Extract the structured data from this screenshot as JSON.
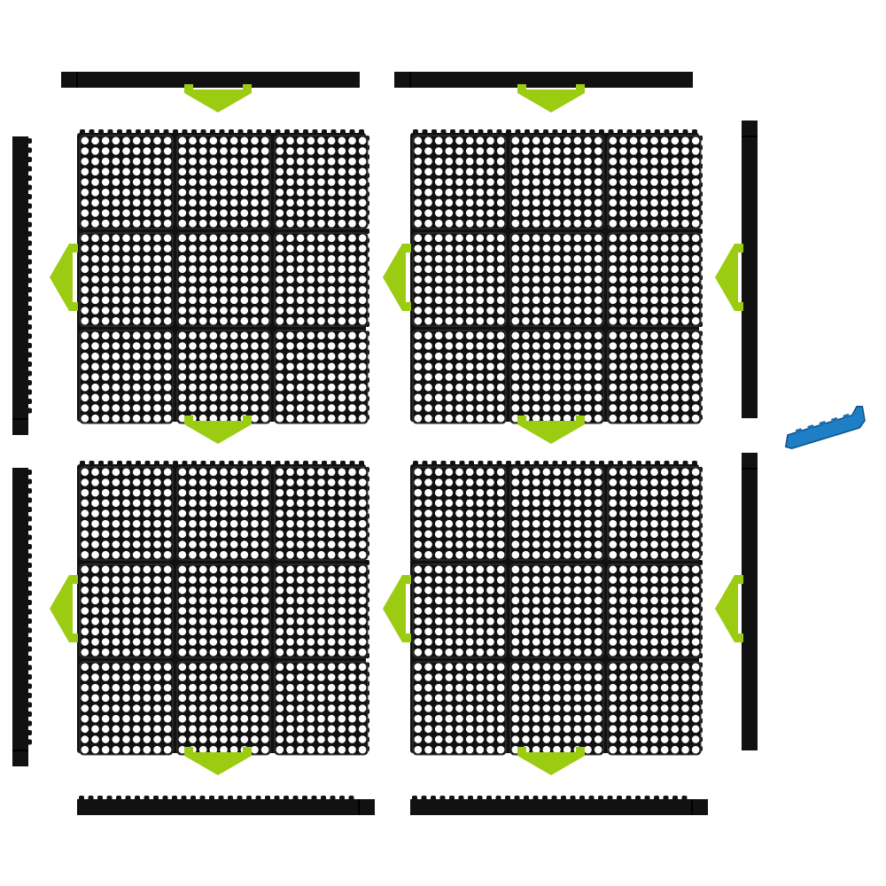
{
  "colors": {
    "background": "#ffffff",
    "rubber": "#111111",
    "hole": "#ffffff",
    "arrow": "#9bcc12",
    "clip": "#1f7fc6",
    "seam": "#3a3a3a"
  },
  "icons": {
    "arrow": "arrow-icon",
    "clip": "connector-clip-icon"
  },
  "layout_grid": {
    "mats": 4,
    "tiles_per_mat": 9,
    "holes_per_tile": 81
  }
}
